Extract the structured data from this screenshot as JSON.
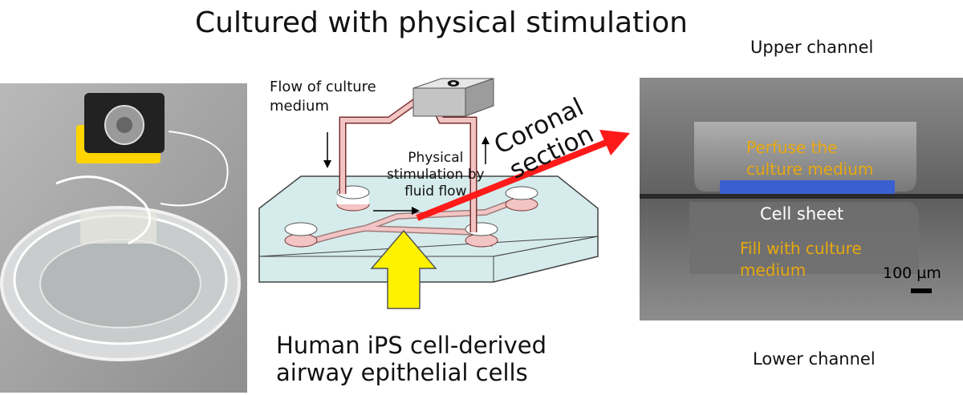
{
  "title": "Cultured with physical stimulation",
  "labels": {
    "flow_line1": "Flow of culture",
    "flow_line2": "medium",
    "phys_line1": "Physical",
    "phys_line2": "stimulation by",
    "phys_line3": "fluid flow",
    "coronal_line1": "Coronal",
    "coronal_line2": "section",
    "cells_line1": "Human iPS cell-derived",
    "cells_line2": "airway epithelial cells"
  },
  "micrograph": {
    "upper": "Upper channel",
    "lower": "Lower  channel",
    "perfuse_line1": "Perfuse the",
    "perfuse_line2": "culture medium",
    "cell_sheet": "Cell sheet",
    "fill_line1": "Fill with culture",
    "fill_line2": "medium",
    "scale": "100 µm"
  },
  "colors": {
    "channel": "#f2c4c4",
    "channel_edge": "#7a3030",
    "chip": "#d6ecec",
    "arrow_yellow": "#fff200",
    "arrow_red": "#ff1a1a",
    "membrane": "#3a5fd0",
    "annotation": "#e8a80e"
  },
  "icons": {
    "pump": "gear-icon"
  }
}
